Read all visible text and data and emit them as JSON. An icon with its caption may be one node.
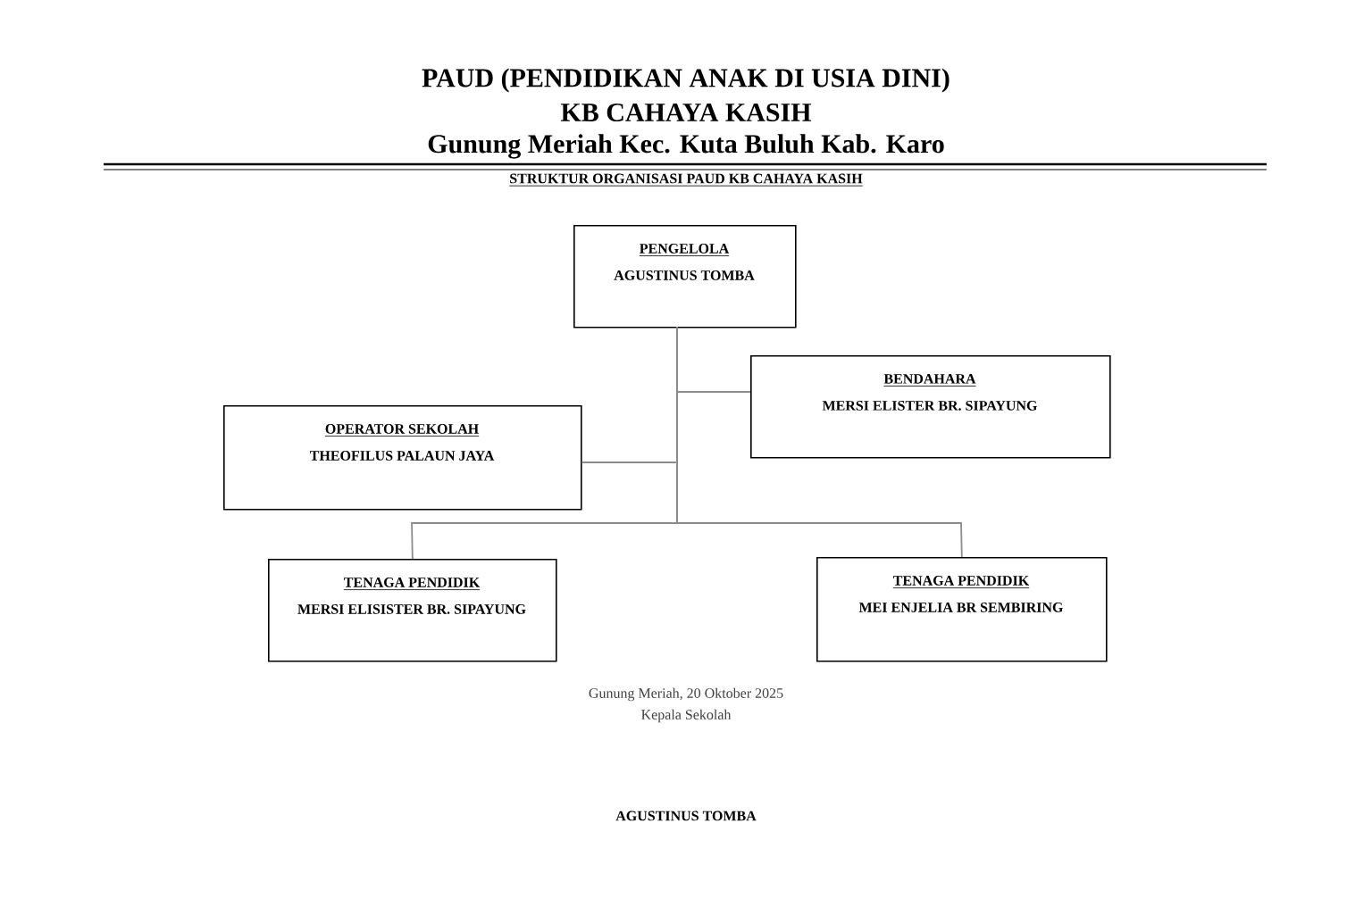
{
  "diagram": {
    "title": "PAUD (PENDIDIKAN ANAK DI USIA DINI)",
    "nodes": [
      {
        "text": [
          "PENGELOLA",
          "AGUSTINUS TOMBA"
        ]
      },
      {
        "text": [
          "BENDAHARA",
          "MERSI ELISTER BR. SIPAYUNG"
        ]
      },
      {
        "text": [
          "OPERATOR SEKOLAH",
          "THEOFILUS PALAUN JAYA"
        ]
      },
      {
        "text": [
          "TENAGA PENDIDIK",
          "MERSI ELISISTER BR. SIPAYUNG"
        ]
      },
      {
        "text": [
          "TENAGA PENDIDIK",
          "MEI ENJELIA BR SEMBIRING"
        ]
      }
    ],
    "edges": [
      {
        "from": 0,
        "to": 1,
        "arrow": "none"
      },
      {
        "from": 0,
        "to": 2,
        "arrow": "none"
      },
      {
        "from": 0,
        "to": 3,
        "arrow": "none"
      },
      {
        "from": 0,
        "to": 4,
        "arrow": "none"
      }
    ],
    "labels": [
      "KB CAHAYA KASIH",
      "Gunung Meriah Kec. Kuta Buluh Kab. Karo",
      "STRUKTUR ORGANISASI PAUD KB CAHAYA KASIH",
      "Gunung Meriah, 20 Oktober 2025",
      "Kepala Sekolah",
      "AGUSTINUS TOMBA"
    ]
  }
}
